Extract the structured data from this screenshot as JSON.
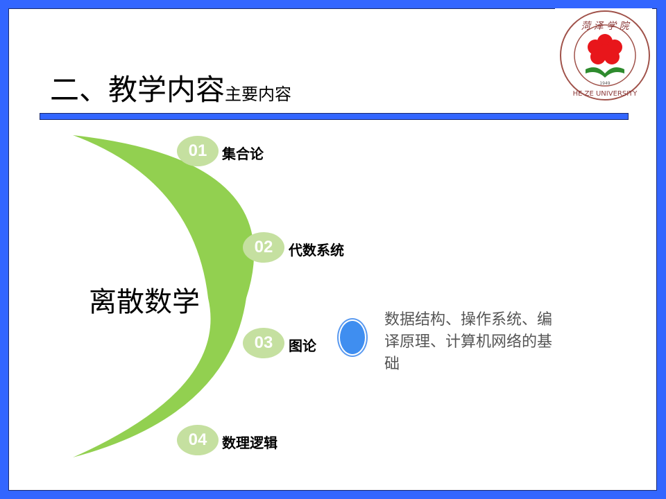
{
  "slide": {
    "title": "二、教学内容",
    "subtitle": "主要内容",
    "logo": {
      "name_cn": "菏泽学院",
      "name_en": "HE ZE UNIVERSITY",
      "year": "1949"
    },
    "center_label": "离散数学",
    "items": [
      {
        "number": "01",
        "label": "集合论"
      },
      {
        "number": "02",
        "label": "代数系统"
      },
      {
        "number": "03",
        "label": "图论"
      },
      {
        "number": "04",
        "label": "数理逻辑"
      }
    ],
    "description": "数据结构、操作系统、编译原理、计算机网络的基础",
    "colors": {
      "frame": "#3366ff",
      "crescent": "#92d050",
      "badge": "#c5e0a0",
      "dot": "#3f8ef0"
    }
  }
}
